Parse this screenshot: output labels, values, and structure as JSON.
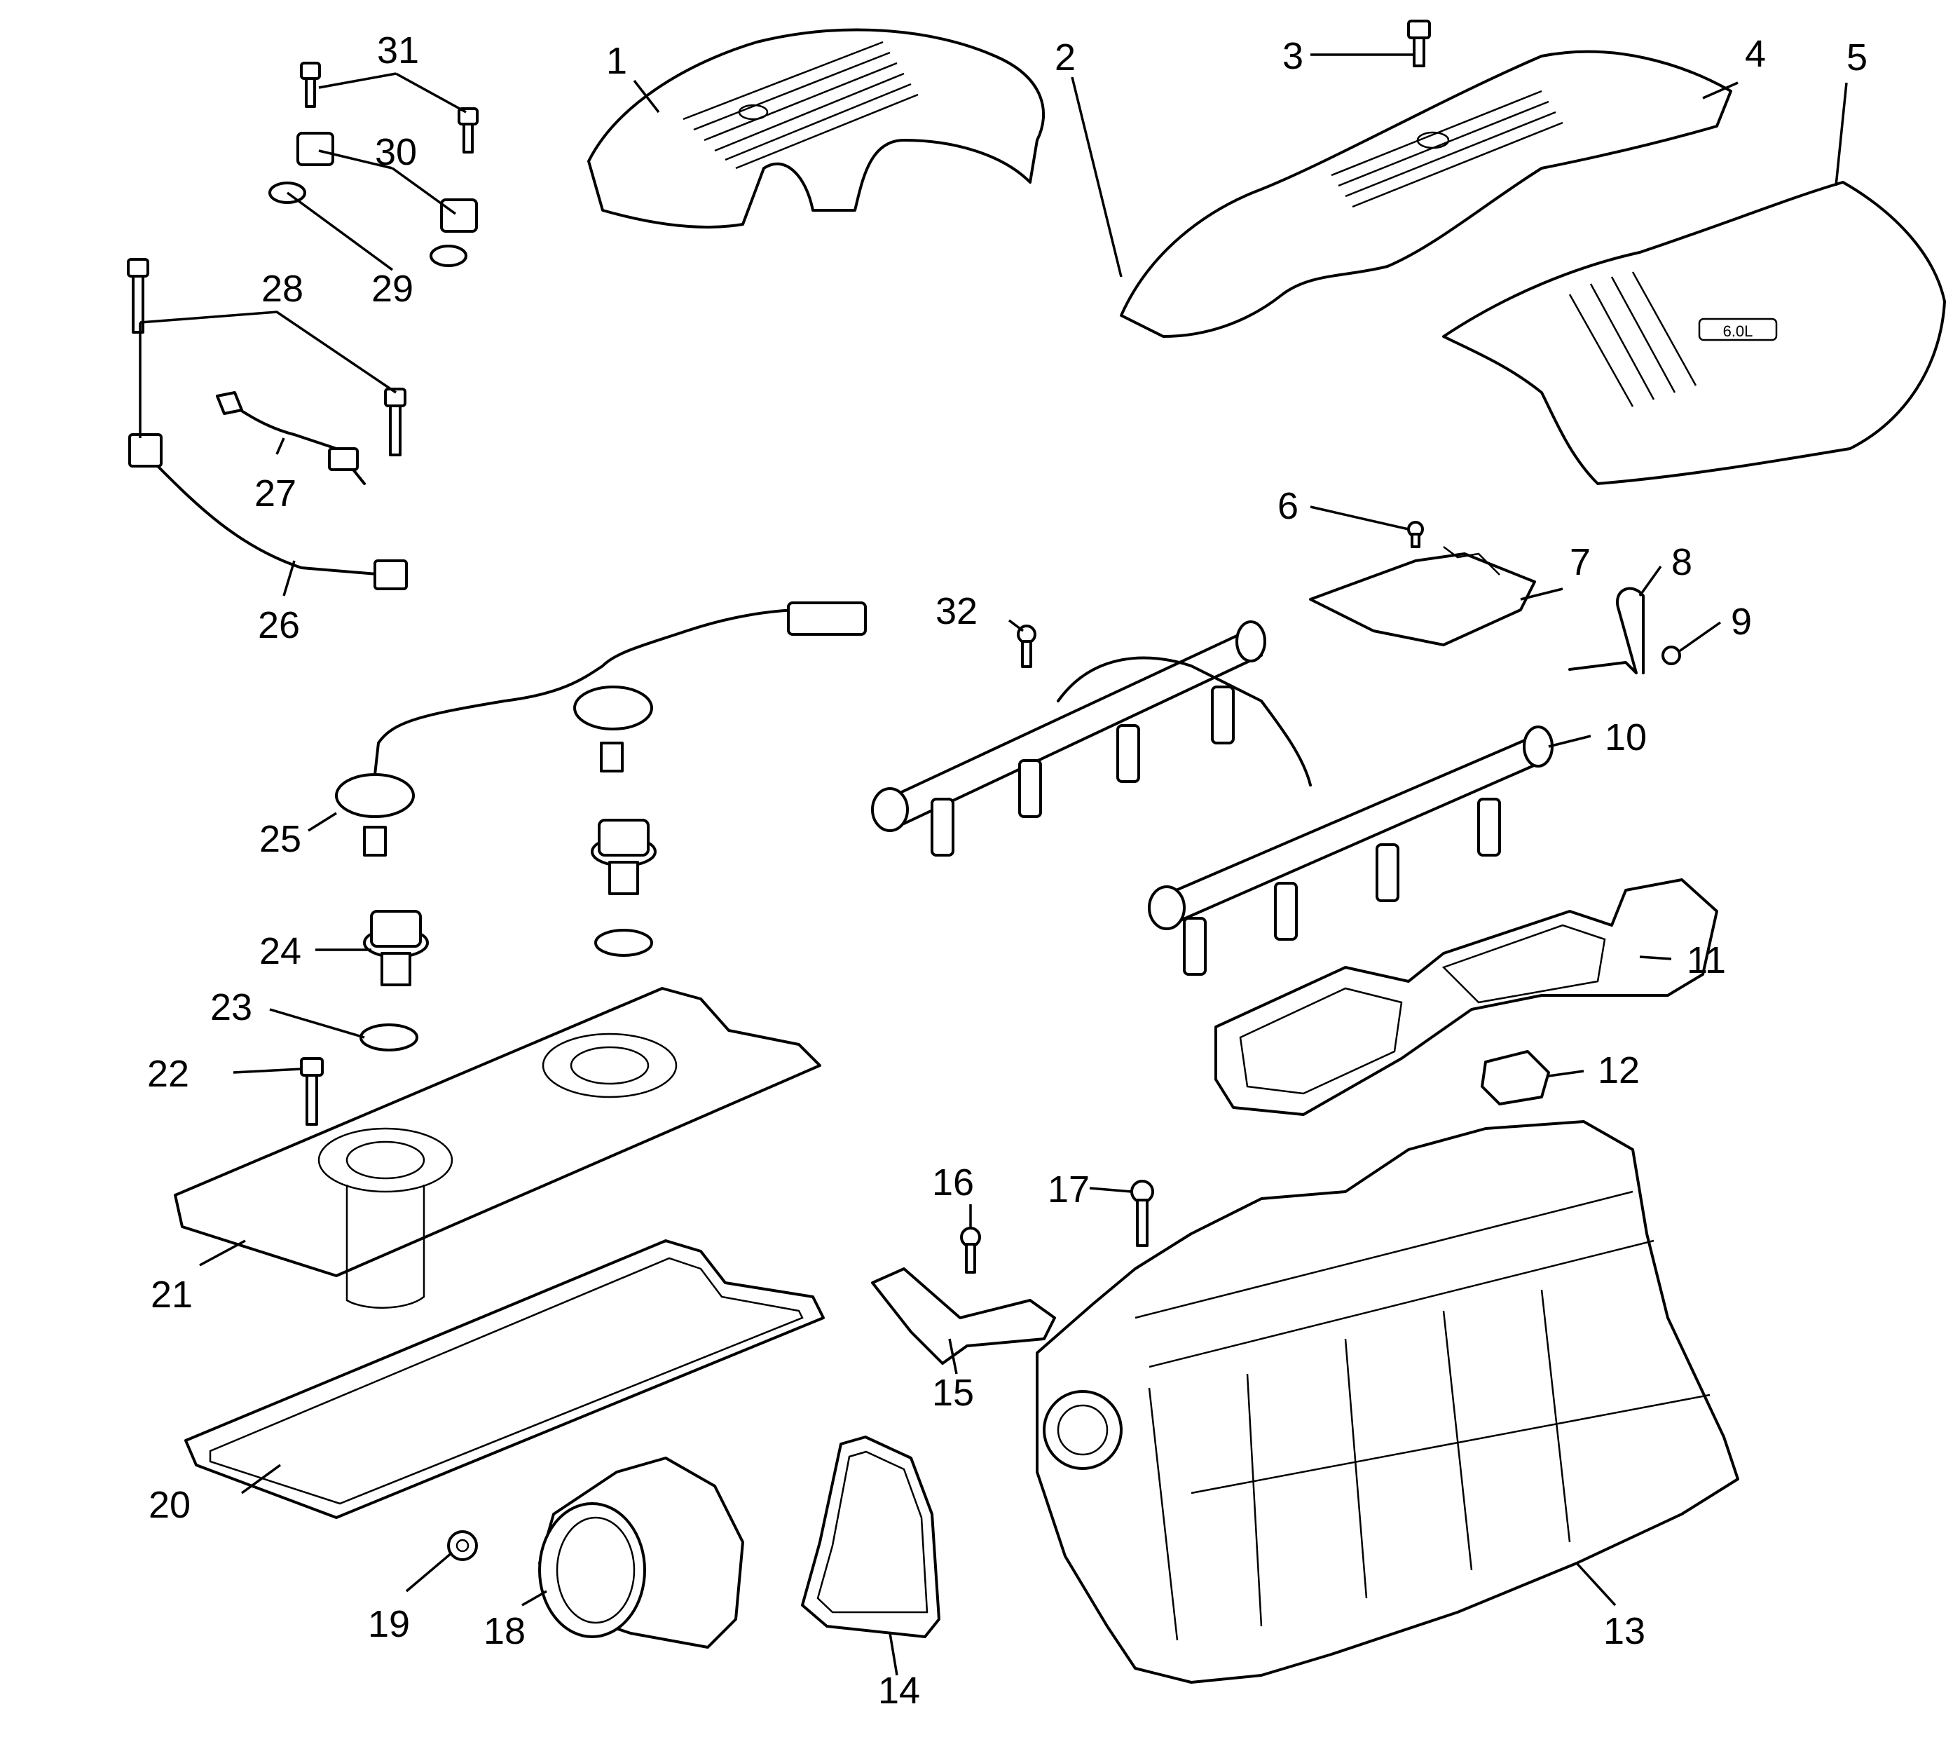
{
  "diagram": {
    "callouts": {
      "c1": "1",
      "c2": "2",
      "c3": "3",
      "c4": "4",
      "c5": "5",
      "c6": "6",
      "c7": "7",
      "c8": "8",
      "c9": "9",
      "c10": "10",
      "c11": "11",
      "c12": "12",
      "c13": "13",
      "c14": "14",
      "c15": "15",
      "c16": "16",
      "c17": "17",
      "c18": "18",
      "c19": "19",
      "c20": "20",
      "c21": "21",
      "c22": "22",
      "c23": "23",
      "c24": "24",
      "c25": "25",
      "c26": "26",
      "c27": "27",
      "c28": "28",
      "c29": "29",
      "c30": "30",
      "c31": "31",
      "c32": "32"
    },
    "cover_badge_text": "6.0L"
  }
}
